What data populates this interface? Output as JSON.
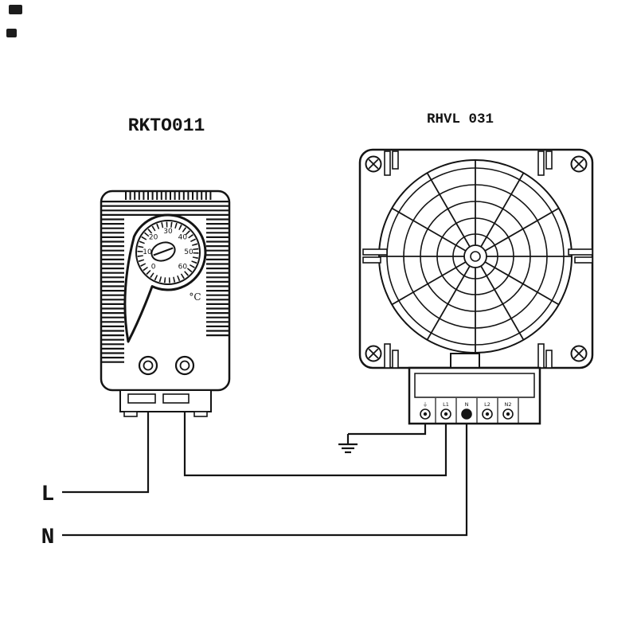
{
  "colors": {
    "ink": "#141414",
    "paper": "#ffffff"
  },
  "thermostat": {
    "title": "RKTO011",
    "dial_labels": [
      "0",
      "10",
      "20",
      "30",
      "40",
      "50",
      "60"
    ],
    "unit": "°C"
  },
  "heater": {
    "title": "RHVL 031",
    "terminals": [
      "⏚",
      "L1",
      "N",
      "L2",
      "N2"
    ]
  },
  "wiring": {
    "line_label": "L",
    "neutral_label": "N"
  }
}
